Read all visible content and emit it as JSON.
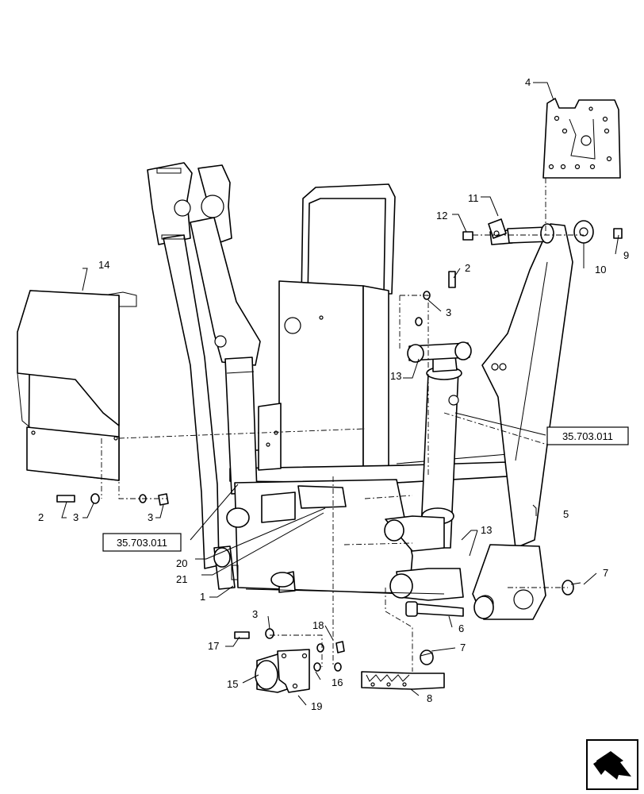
{
  "diagram": {
    "callouts": {
      "c1": "1",
      "c2a": "2",
      "c2b": "2",
      "c3a": "3",
      "c3b": "3",
      "c3c": "3",
      "c3d": "3",
      "c4": "4",
      "c5": "5",
      "c6": "6",
      "c7a": "7",
      "c7b": "7",
      "c8": "8",
      "c9": "9",
      "c10": "10",
      "c11": "11",
      "c12": "12",
      "c13a": "13",
      "c13b": "13",
      "c14": "14",
      "c15": "15",
      "c16": "16",
      "c17": "17",
      "c18": "18",
      "c19": "19",
      "c20": "20",
      "c21": "21"
    },
    "references": {
      "ref_right": "35.703.011",
      "ref_left": "35.703.011"
    },
    "nav_icon": "next-page-arrow-icon"
  }
}
